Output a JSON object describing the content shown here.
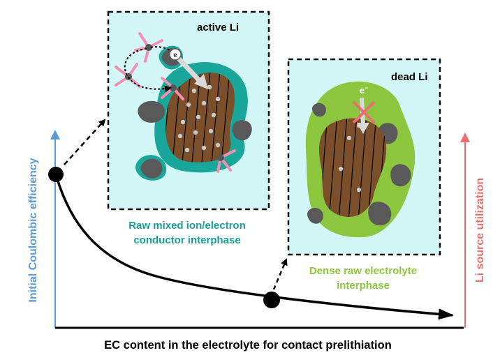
{
  "axes": {
    "x_label": "EC content in the electrolyte for contact prelithiation",
    "y_left_label": "Initial Coulombic efficiency",
    "y_right_label": "Li source utilization"
  },
  "panels": {
    "active": {
      "title": "active Li",
      "electron_symbol": "e",
      "caption_line1": "Raw mixed ion/electron",
      "caption_line2": "conductor interphase"
    },
    "dead": {
      "title": "dead Li",
      "electron_symbol": "e",
      "caption_line1": "Dense raw electrolyte",
      "caption_line2": "interphase"
    }
  },
  "colors": {
    "left_axis": "#5b9bd5",
    "right_axis": "#e8706e",
    "panel_background": "#d3f7f7",
    "teal_interphase": "#1aa79b",
    "green_interphase": "#8cc63f",
    "lithium_particle": "#7a4f2a",
    "debris": "#595959",
    "solvent_molecule": "#f48fb1",
    "caption_teal": "#1a9e96",
    "caption_green": "#8cc63f"
  }
}
